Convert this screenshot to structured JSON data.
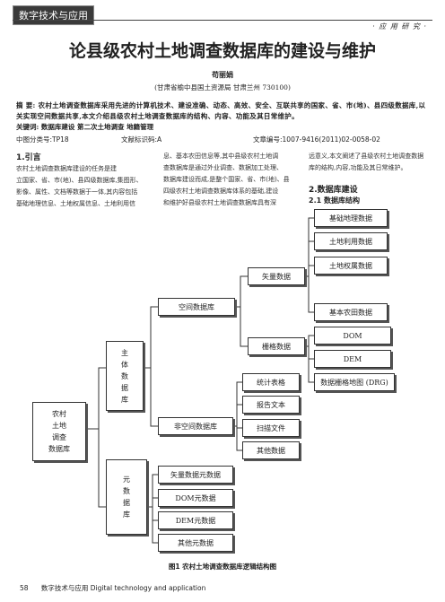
{
  "header": {
    "section": "数字技术与应用",
    "column": "· 应 用 研 究 ·"
  },
  "article": {
    "title": "论县级农村土地调查数据库的建设与维护",
    "author": "苟丽娟",
    "affiliation": "(甘肃省榆中县国土资源局  甘肃兰州   730100)",
    "abstract_label": "摘  要:",
    "abstract_text": "农村土地调查数据库采用先进的计算机技术、建设准确、动态、高效、安全、互联共享的国家、省、市(地)、县四级数据库,以关实现空间数据共享,本文介绍县级农村土地调查数据库的结构、内容、功能及其日常维护。",
    "keywords_label": "关键词:",
    "keywords": "数据库建设   第二次土地调查   地籍管理",
    "clc": "中图分类号:TP18",
    "doc_code": "文献标识码:A",
    "article_no": "文章编号:1007-9416(2011)02-0058-02"
  },
  "body": {
    "sec1_heading": "1.引言",
    "col1": [
      "农村土地调查数据库建设的任务是建",
      "立国家、省、市(地)、县四级数据库,集图形、",
      "影像、属性、文档等数据于一体,其内容包括",
      "基础地理信息、土地权属信息、土地利用信"
    ],
    "col2": [
      "息、基本农田信息等,其中县级农村土地调",
      "查数据库是通过外业调查、数据加工处理、",
      "数据库建设而成,是整个国家、省、市(地)、县",
      "四级农村土地调查数据库体系的基础,建设",
      "和维护好县级农村土地调查数据库具有深"
    ],
    "col3": [
      "远意义,本文阐述了县级农村土地调查数据",
      "库的结构,内容,功能及其日常维护。"
    ],
    "sec2_heading": "2.数据库建设",
    "sec21_heading": "2.1  数据库结构"
  },
  "diagram": {
    "root": [
      "农村",
      "土地",
      "调查",
      "数据库"
    ],
    "main_db": [
      "主",
      "体",
      "数",
      "据",
      "库"
    ],
    "meta_db": [
      "元",
      "数",
      "据",
      "库"
    ],
    "spatial_db": "空间数据库",
    "nonspatial_db": "非空间数据库",
    "vector": "矢量数据",
    "raster": "栅格数据",
    "vector_items": [
      "基础地理数据",
      "土地利用数据",
      "土地权属数据",
      "基本农田数据"
    ],
    "raster_items": [
      "DOM",
      "DEM",
      "数据栅格地图 (DRG)"
    ],
    "nonspatial_items": [
      "统计表格",
      "报告文本",
      "扫描文件",
      "其他数据"
    ],
    "meta_items": [
      "矢量数据元数据",
      "DOM元数据",
      "DEM元数据",
      "其他元数据"
    ]
  },
  "caption": "图1  农村土地调查数据库逻辑结构图",
  "footer": {
    "page": "58",
    "journal": "数字技术与应用  Digital technology and application"
  }
}
